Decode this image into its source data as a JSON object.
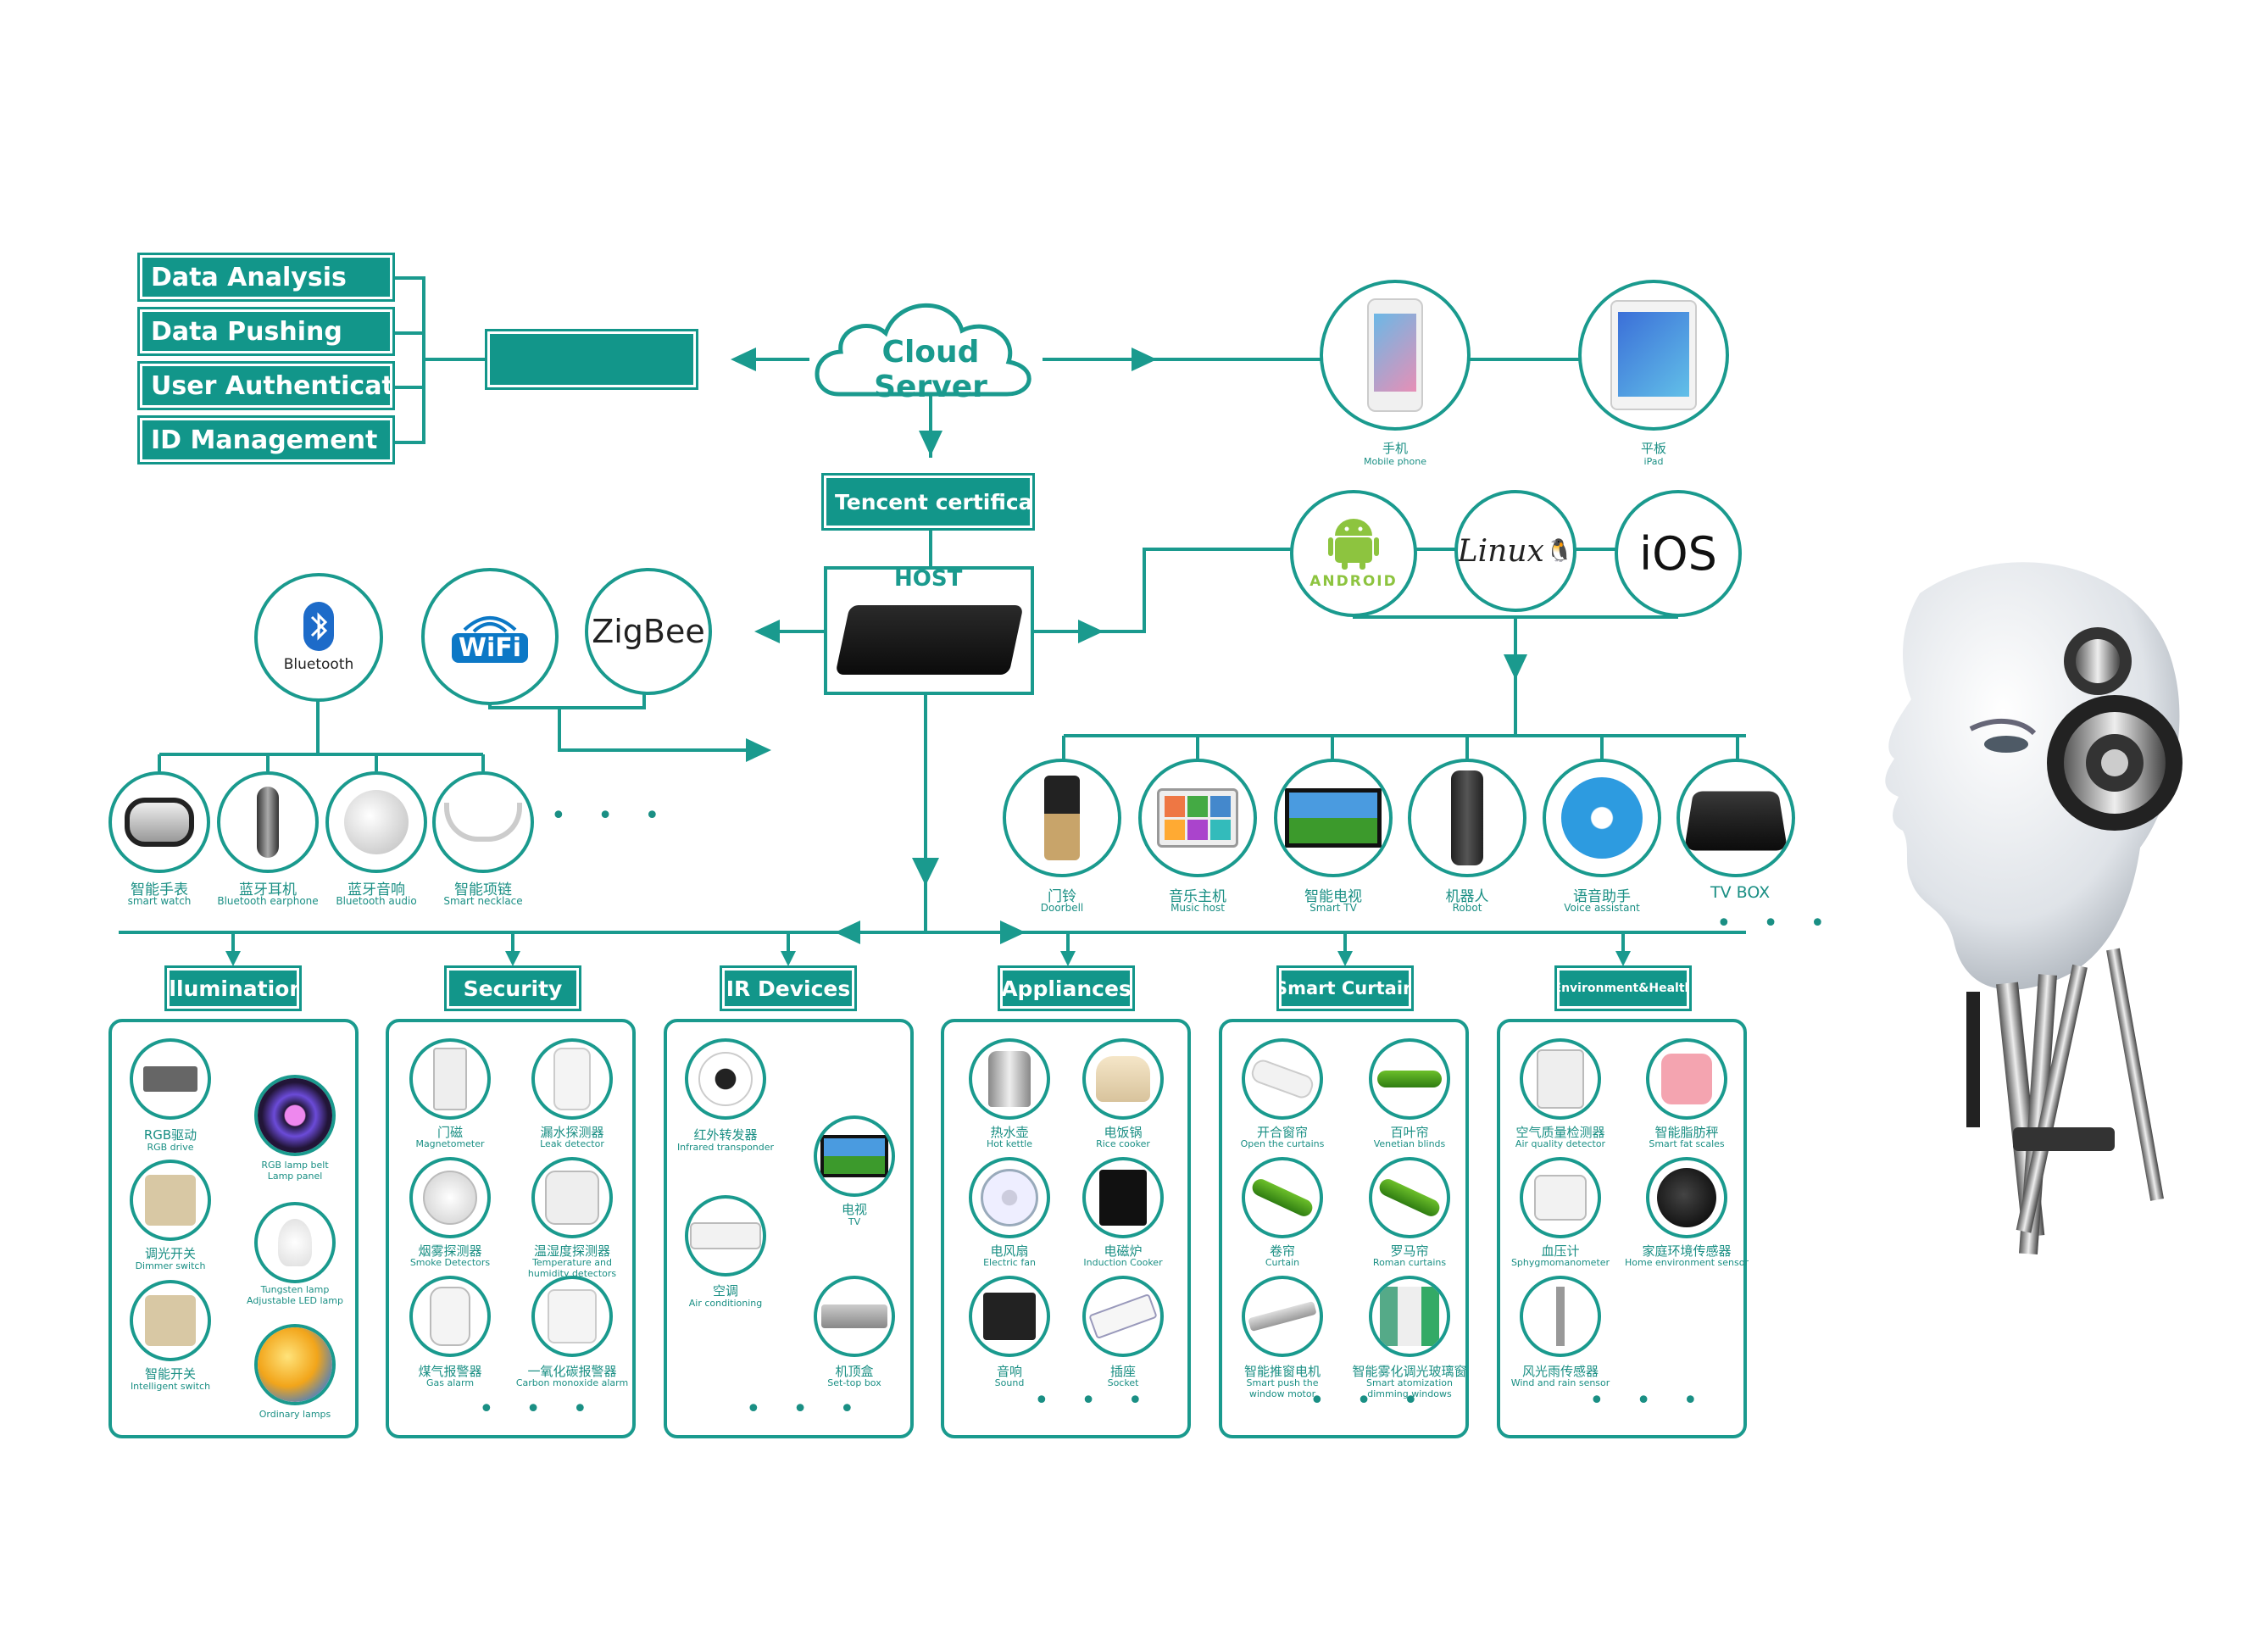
{
  "top_boxes": {
    "data_analysis": "Data Analysis",
    "data_pushing": "Data Pushing",
    "user_authentication": "User Authentication",
    "id_management": "ID Management"
  },
  "cloud_server": "Cloud Server",
  "tencent_certificate": "Tencent certificate",
  "host": "HOST",
  "clients": [
    {
      "cn": "手机",
      "en": "Mobile phone"
    },
    {
      "cn": "平板",
      "en": "iPad"
    }
  ],
  "os": {
    "android": "ANDROID",
    "linux": "Linux",
    "ios": "iOS"
  },
  "protocols": {
    "bluetooth": "Bluetooth",
    "wifi": "WiFi",
    "zigbee": "ZigBee"
  },
  "wearables": [
    {
      "cn": "智能手表",
      "en": "smart watch"
    },
    {
      "cn": "蓝牙耳机",
      "en": "Bluetooth earphone"
    },
    {
      "cn": "蓝牙音响",
      "en": "Bluetooth audio"
    },
    {
      "cn": "智能项链",
      "en": "Smart necklace"
    }
  ],
  "smart_devices": [
    {
      "cn": "门铃",
      "en": "Doorbell"
    },
    {
      "cn": "音乐主机",
      "en": "Music host"
    },
    {
      "cn": "智能电视",
      "en": "Smart TV"
    },
    {
      "cn": "机器人",
      "en": "Robot"
    },
    {
      "cn": "语音助手",
      "en": "Voice assistant"
    },
    {
      "cn": "",
      "en": "TV BOX"
    }
  ],
  "ellipsis": "• • •",
  "categories": [
    {
      "title": "illumination",
      "items": [
        {
          "cn": "RGB驱动",
          "en": "RGB drive"
        },
        {
          "cn": "",
          "en": "RGB lamp belt\nLamp panel"
        },
        {
          "cn": "调光开关",
          "en": "Dimmer switch"
        },
        {
          "cn": "",
          "en": "Tungsten lamp\nAdjustable LED lamp"
        },
        {
          "cn": "智能开关",
          "en": "Intelligent switch"
        },
        {
          "cn": "",
          "en": "Ordinary lamps"
        }
      ]
    },
    {
      "title": "Security",
      "items": [
        {
          "cn": "门磁",
          "en": "Magnetometer"
        },
        {
          "cn": "漏水探测器",
          "en": "Leak detector"
        },
        {
          "cn": "烟雾探测器",
          "en": "Smoke Detectors"
        },
        {
          "cn": "温湿度探测器",
          "en": "Temperature and\nhumidity detectors"
        },
        {
          "cn": "煤气报警器",
          "en": "Gas alarm"
        },
        {
          "cn": "一氧化碳报警器",
          "en": "Carbon monoxide alarm"
        }
      ]
    },
    {
      "title": "IR Devices",
      "items": [
        {
          "cn": "红外转发器",
          "en": "Infrared transponder"
        },
        {
          "cn": "电视",
          "en": "TV"
        },
        {
          "cn": "空调",
          "en": "Air conditioning"
        },
        {
          "cn": "机顶盒",
          "en": "Set-top box"
        }
      ]
    },
    {
      "title": "Appliances",
      "items": [
        {
          "cn": "热水壶",
          "en": "Hot kettle"
        },
        {
          "cn": "电饭锅",
          "en": "Rice cooker"
        },
        {
          "cn": "电风扇",
          "en": "Electric fan"
        },
        {
          "cn": "电磁炉",
          "en": "Induction Cooker"
        },
        {
          "cn": "音响",
          "en": "Sound"
        },
        {
          "cn": "插座",
          "en": "Socket"
        }
      ]
    },
    {
      "title": "Smart Curtain",
      "items": [
        {
          "cn": "开合窗帘",
          "en": "Open the curtains"
        },
        {
          "cn": "百叶帘",
          "en": "Venetian blinds"
        },
        {
          "cn": "卷帘",
          "en": "Curtain"
        },
        {
          "cn": "罗马帘",
          "en": "Roman curtains"
        },
        {
          "cn": "智能推窗电机",
          "en": "Smart push the\nwindow motor"
        },
        {
          "cn": "智能雾化调光玻璃窗",
          "en": "Smart atomization\ndimming windows"
        }
      ]
    },
    {
      "title": "Environment&Health",
      "items": [
        {
          "cn": "空气质量检测器",
          "en": "Air quality detector"
        },
        {
          "cn": "智能脂肪秤",
          "en": "Smart fat scales"
        },
        {
          "cn": "血压计",
          "en": "Sphygmomanometer"
        },
        {
          "cn": "家庭环境传感器",
          "en": "Home environment sensor"
        },
        {
          "cn": "风光雨传感器",
          "en": "Wind and rain sensor"
        }
      ]
    }
  ],
  "colors": {
    "teal": "#12968a",
    "line": "#1a9a8e",
    "label": "#1a8f84"
  }
}
